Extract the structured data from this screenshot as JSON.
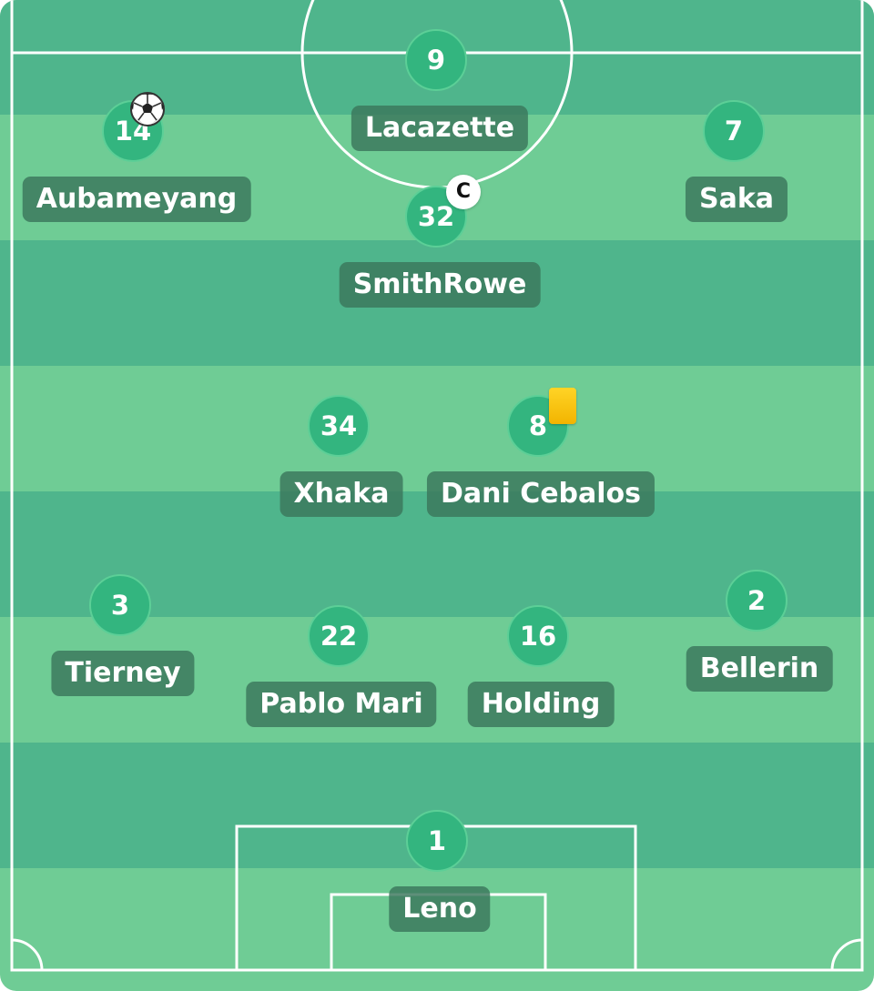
{
  "colors": {
    "pitch_light": "#6fcc95",
    "pitch_dark": "#4fb58c",
    "lines": "#ffffff",
    "number_circle": "#33b57f",
    "name_label": "#3a765c",
    "yellow_card": "#f7c600"
  },
  "players": [
    {
      "id": "lacazette",
      "number": "9",
      "name": "Lacazette"
    },
    {
      "id": "aubameyang",
      "number": "14",
      "name": "Aubameyang",
      "icon": "football-icon"
    },
    {
      "id": "smithrowe",
      "number": "32",
      "name": "SmithRowe",
      "badge": "C"
    },
    {
      "id": "saka",
      "number": "7",
      "name": "Saka"
    },
    {
      "id": "xhaka",
      "number": "34",
      "name": "Xhaka"
    },
    {
      "id": "cebalos",
      "number": "8",
      "name": "Dani Cebalos",
      "icon": "yellow-card-icon"
    },
    {
      "id": "tierney",
      "number": "3",
      "name": "Tierney"
    },
    {
      "id": "pablomari",
      "number": "22",
      "name": "Pablo Mari"
    },
    {
      "id": "holding",
      "number": "16",
      "name": "Holding"
    },
    {
      "id": "bellerin",
      "number": "2",
      "name": "Bellerin"
    },
    {
      "id": "leno",
      "number": "1",
      "name": "Leno"
    }
  ]
}
